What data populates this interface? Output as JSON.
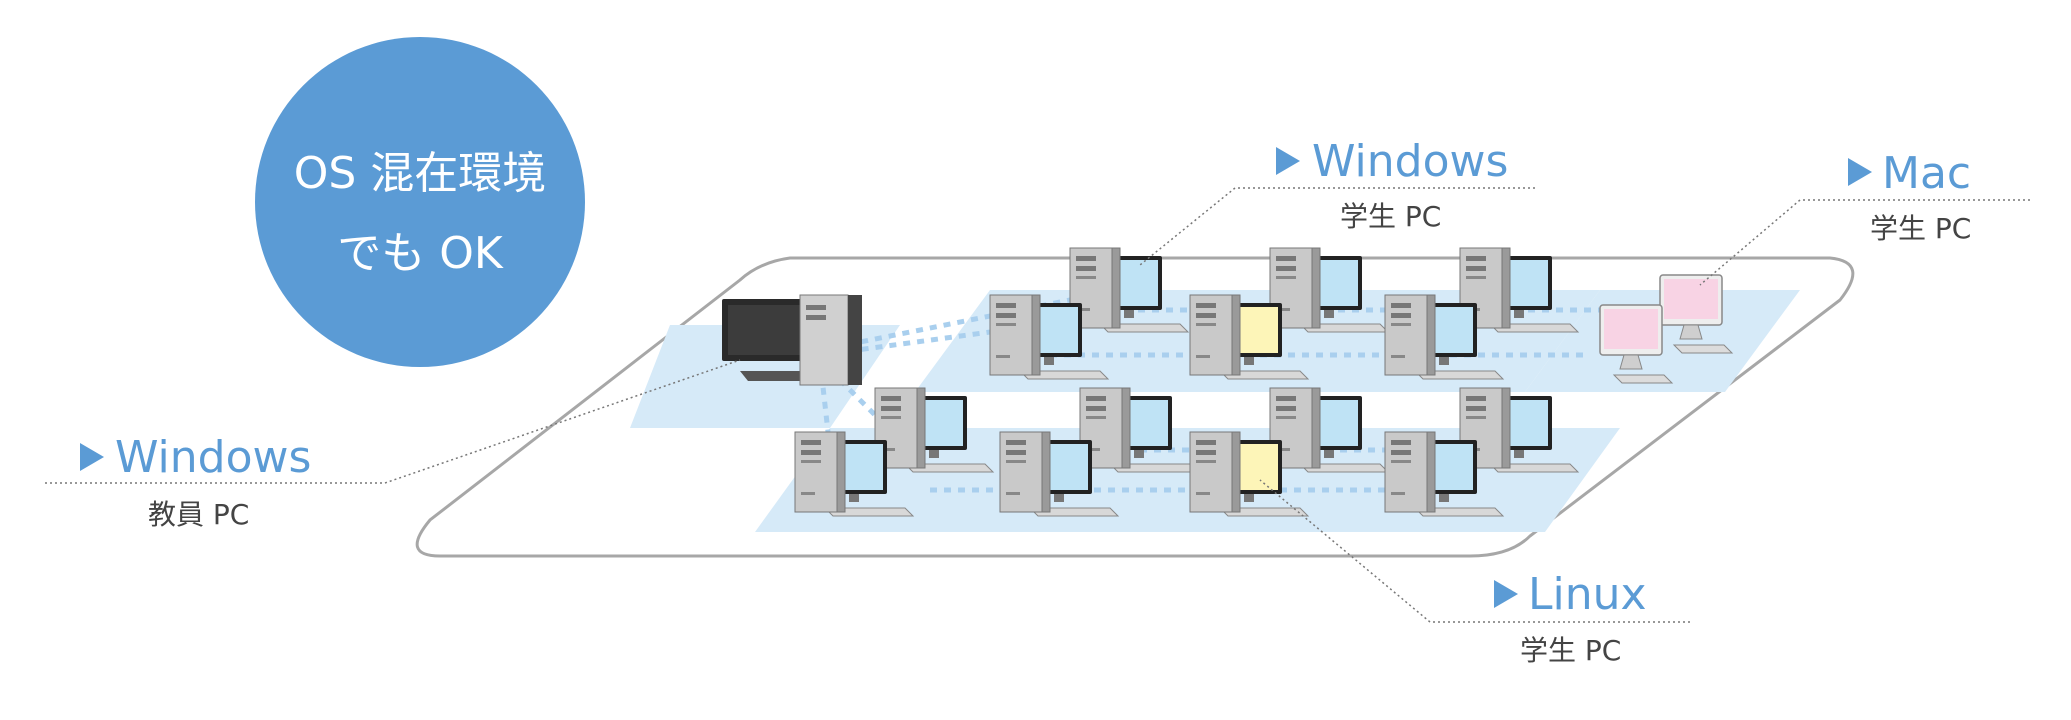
{
  "badge": {
    "line1": "OS 混在環境",
    "line2": "でも OK"
  },
  "callouts": {
    "teacher": {
      "os": "Windows",
      "role": "教員 PC"
    },
    "windows_students": {
      "os": "Windows",
      "role": "学生 PC"
    },
    "mac_students": {
      "os": "Mac",
      "role": "学生 PC"
    },
    "linux_students": {
      "os": "Linux",
      "role": "学生 PC"
    }
  },
  "colors": {
    "accent": "#5b9bd5",
    "tile": "#d6eaf8",
    "screen_windows": "#bfe3f5",
    "screen_linux": "#fdf5b8",
    "screen_mac": "#f8d3e4",
    "network_line": "#a9cfee"
  }
}
